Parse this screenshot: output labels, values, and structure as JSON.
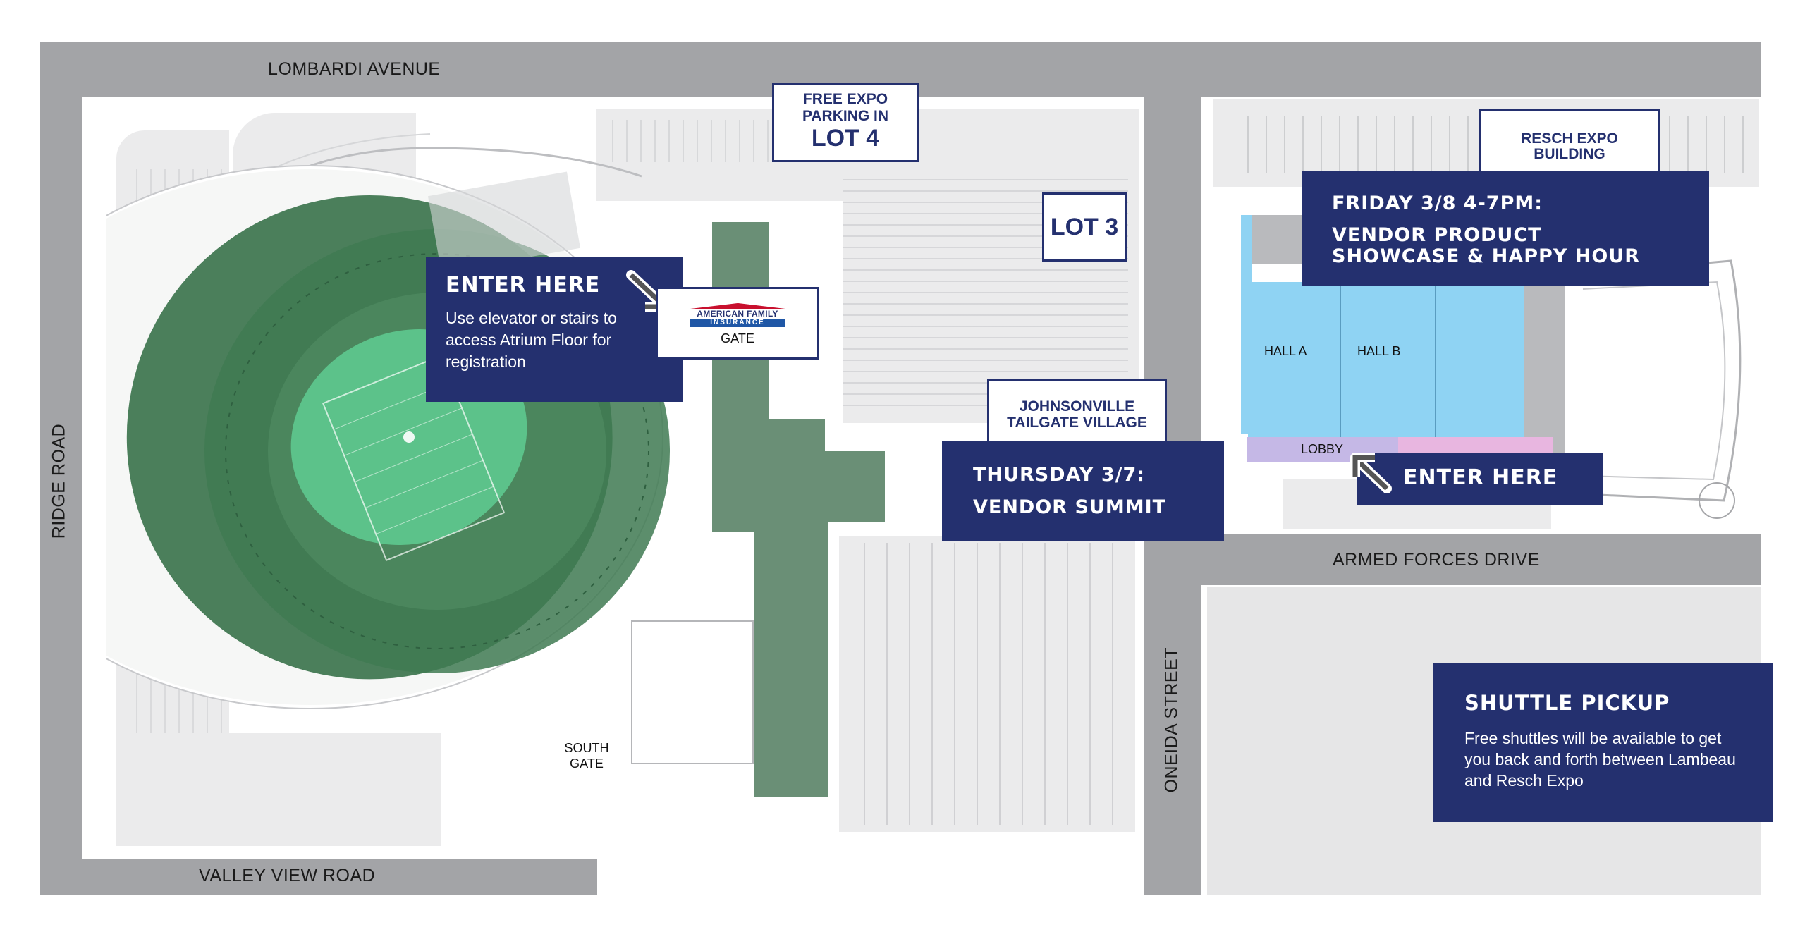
{
  "colors": {
    "road": "#a3a4a7",
    "navy": "#24306f",
    "stadium_green": "#3f7a52",
    "field_green": "#5cc28a",
    "hall_blue": "#8fd3f3",
    "lobby_pink": "#e8b6e0",
    "lot_gray": "#ebebec"
  },
  "roads": {
    "north": "LOMBARDI AVENUE",
    "west": "RIDGE ROAD",
    "south": "VALLEY VIEW ROAD",
    "east": "ONEIDA STREET",
    "armed_forces": "ARMED FORCES DRIVE"
  },
  "lot4": {
    "line1": "FREE EXPO",
    "line2": "PARKING IN",
    "line3": "LOT 4"
  },
  "lot3": {
    "label": "LOT 3"
  },
  "enter_stadium": {
    "title": "ENTER HERE",
    "body": "Use elevator or stairs to access Atrium Floor for registration",
    "arrow_icon": "arrow-down-right-icon"
  },
  "amfam_gate": {
    "logo_line1": "AMERICAN FAMILY",
    "logo_line2": "INSURANCE",
    "gate": "GATE"
  },
  "south_gate": {
    "line1": "SOUTH",
    "line2": "GATE"
  },
  "johnsonville": {
    "line1": "JOHNSONVILLE",
    "line2": "TAILGATE VILLAGE"
  },
  "thursday": {
    "line1": "THURSDAY 3/7:",
    "line2": "VENDOR SUMMIT"
  },
  "resch": {
    "line1": "RESCH EXPO",
    "line2": "BUILDING"
  },
  "friday": {
    "line1": "FRIDAY 3/8 4-7PM:",
    "line2": "VENDOR PRODUCT",
    "line3": "SHOWCASE & HAPPY HOUR"
  },
  "halls": {
    "a": "HALL A",
    "b": "HALL B",
    "lobby": "LOBBY"
  },
  "enter_resch": {
    "title": "ENTER HERE",
    "arrow_icon": "arrow-up-left-icon"
  },
  "shuttle": {
    "title": "SHUTTLE PICKUP",
    "body": "Free shuttles will be available to get you back and forth between Lambeau and Resch Expo"
  }
}
